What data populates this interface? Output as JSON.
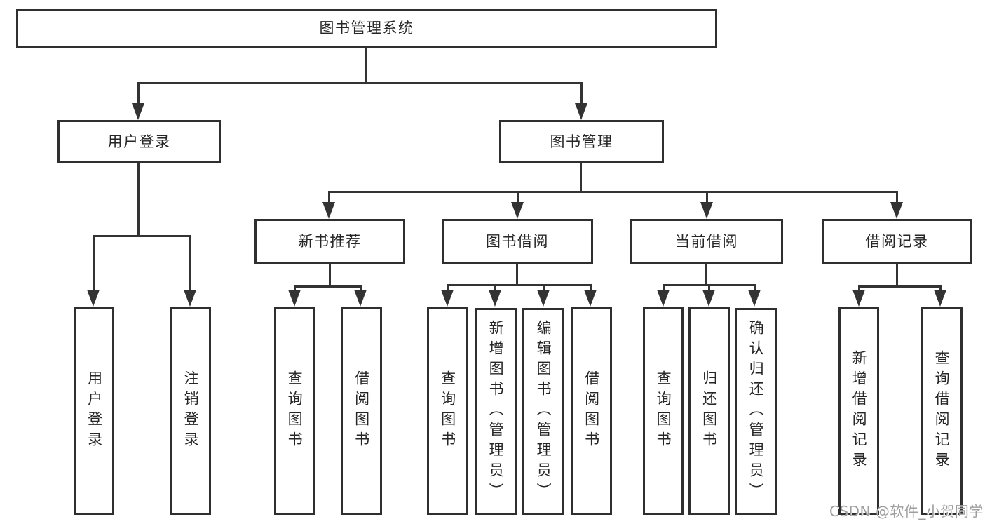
{
  "diagram": {
    "root": {
      "label": "图书管理系统"
    },
    "branches": [
      {
        "label": "用户登录",
        "children": [
          {
            "label": "用户登录"
          },
          {
            "label": "注销登录"
          }
        ]
      },
      {
        "label": "图书管理",
        "sections": [
          {
            "label": "新书推荐",
            "children": [
              {
                "label": "查询图书"
              },
              {
                "label": "借阅图书"
              }
            ]
          },
          {
            "label": "图书借阅",
            "children": [
              {
                "label": "查询图书"
              },
              {
                "label": "新增图书（管理员）"
              },
              {
                "label": "编辑图书（管理员）"
              },
              {
                "label": "借阅图书"
              }
            ]
          },
          {
            "label": "当前借阅",
            "children": [
              {
                "label": "查询图书"
              },
              {
                "label": "归还图书"
              },
              {
                "label": "确认归还（管理员）"
              }
            ]
          },
          {
            "label": "借阅记录",
            "children": [
              {
                "label": "新增借阅记录"
              },
              {
                "label": "查询借阅记录"
              }
            ]
          }
        ]
      }
    ]
  },
  "watermark": {
    "text": "CSDN @软件_小贺同学"
  },
  "colors": {
    "line": "#333333",
    "border": "#2f2f2f",
    "text": "#262626",
    "watermark": "#9e9e9e",
    "background": "#ffffff"
  }
}
